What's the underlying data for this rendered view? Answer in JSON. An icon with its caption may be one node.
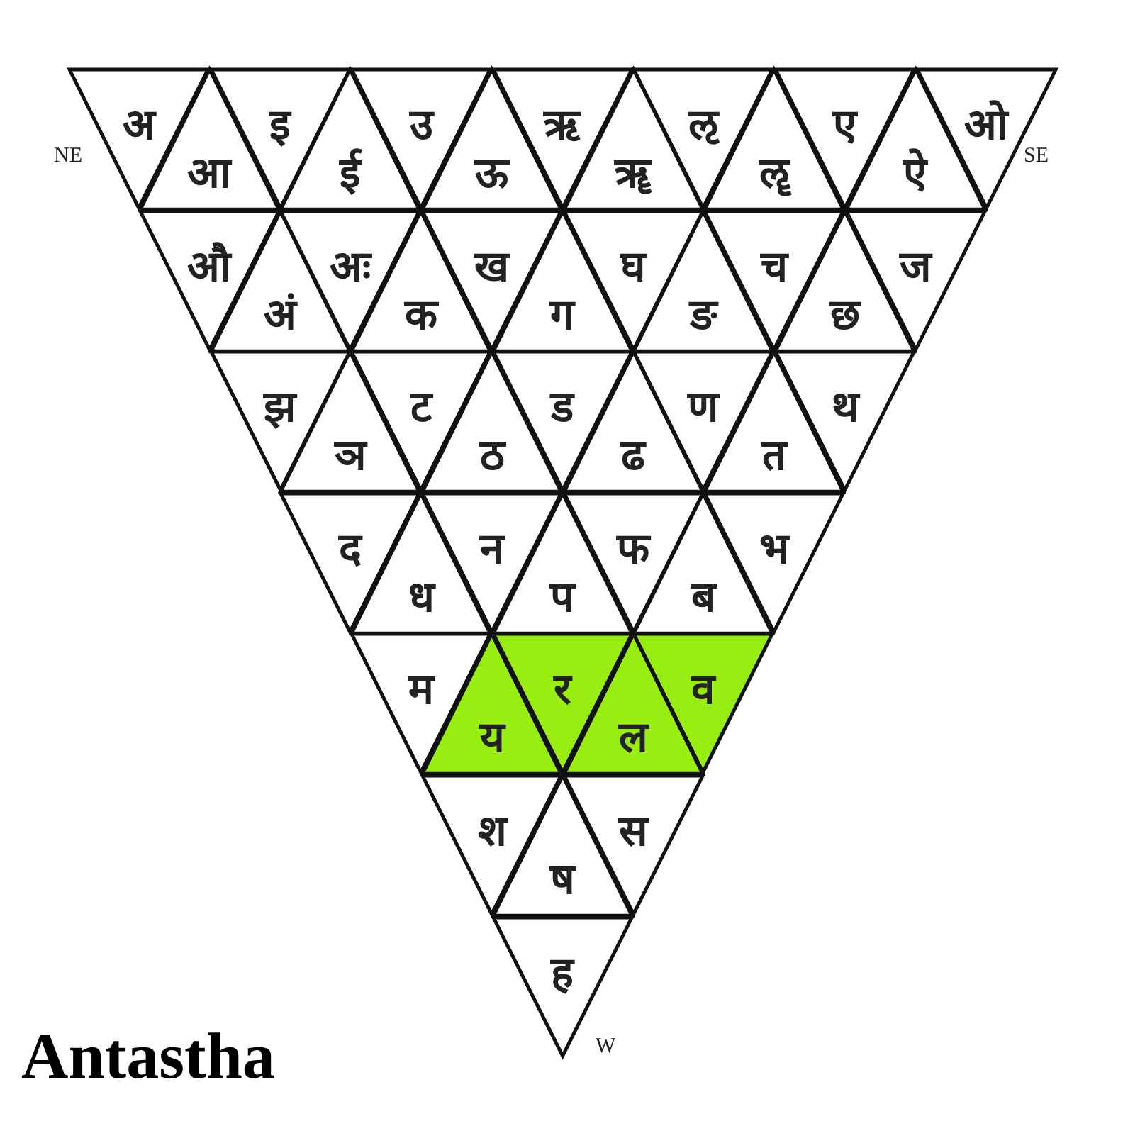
{
  "diagram": {
    "title": "Antastha",
    "nodes": [
      {
        "text": [
          "अ"
        ]
      },
      {
        "text": [
          "आ"
        ]
      },
      {
        "text": [
          "इ"
        ]
      },
      {
        "text": [
          "ई"
        ]
      },
      {
        "text": [
          "उ"
        ]
      },
      {
        "text": [
          "ऊ"
        ]
      },
      {
        "text": [
          "ऋ"
        ]
      },
      {
        "text": [
          "ॠ"
        ]
      },
      {
        "text": [
          "ऌ"
        ]
      },
      {
        "text": [
          "ॡ"
        ]
      },
      {
        "text": [
          "ए"
        ]
      },
      {
        "text": [
          "ऐ"
        ]
      },
      {
        "text": [
          "ओ"
        ]
      },
      {
        "text": [
          "औ"
        ]
      },
      {
        "text": [
          "अं"
        ]
      },
      {
        "text": [
          "अः"
        ]
      },
      {
        "text": [
          "क"
        ]
      },
      {
        "text": [
          "ख"
        ]
      },
      {
        "text": [
          "ग"
        ]
      },
      {
        "text": [
          "घ"
        ]
      },
      {
        "text": [
          "ङ"
        ]
      },
      {
        "text": [
          "च"
        ]
      },
      {
        "text": [
          "छ"
        ]
      },
      {
        "text": [
          "ज"
        ]
      },
      {
        "text": [
          "झ"
        ]
      },
      {
        "text": [
          "ञ"
        ]
      },
      {
        "text": [
          "ट"
        ]
      },
      {
        "text": [
          "ठ"
        ]
      },
      {
        "text": [
          "ड"
        ]
      },
      {
        "text": [
          "ढ"
        ]
      },
      {
        "text": [
          "ण"
        ]
      },
      {
        "text": [
          "त"
        ]
      },
      {
        "text": [
          "थ"
        ]
      },
      {
        "text": [
          "द"
        ]
      },
      {
        "text": [
          "ध"
        ]
      },
      {
        "text": [
          "न"
        ]
      },
      {
        "text": [
          "प"
        ]
      },
      {
        "text": [
          "फ"
        ]
      },
      {
        "text": [
          "ब"
        ]
      },
      {
        "text": [
          "भ"
        ]
      },
      {
        "text": [
          "म"
        ]
      },
      {
        "text": [
          "य"
        ]
      },
      {
        "text": [
          "र"
        ]
      },
      {
        "text": [
          "ल"
        ]
      },
      {
        "text": [
          "व"
        ]
      },
      {
        "text": [
          "श"
        ]
      },
      {
        "text": [
          "ष"
        ]
      },
      {
        "text": [
          "स"
        ]
      },
      {
        "text": [
          "ह"
        ]
      }
    ],
    "labels": [
      "NE",
      "SE",
      "W"
    ]
  }
}
